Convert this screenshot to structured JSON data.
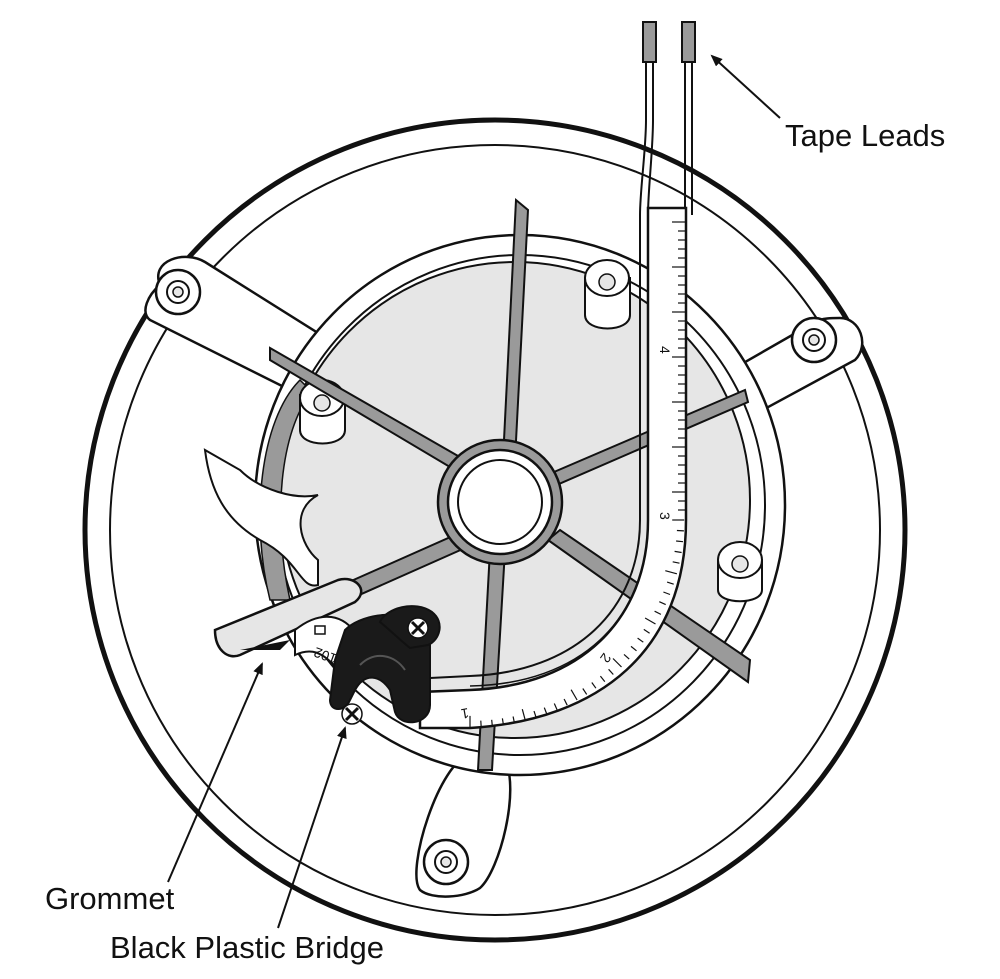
{
  "diagram": {
    "colors": {
      "outline": "#111111",
      "light_fill": "#e6e6e6",
      "mid_fill": "#9a9a9a",
      "dark_fill": "#7f7f7f",
      "bridge_fill": "#1a1a1a",
      "paper": "#ffffff"
    },
    "tape_numbers": [
      "4",
      "3",
      "2",
      "1"
    ],
    "spool_label": "102",
    "callouts": {
      "tape_leads": "Tape Leads",
      "grommet": "Grommet",
      "bridge": "Black Plastic Bridge"
    },
    "icons": [
      "screw-icon",
      "arrow-icon"
    ]
  }
}
